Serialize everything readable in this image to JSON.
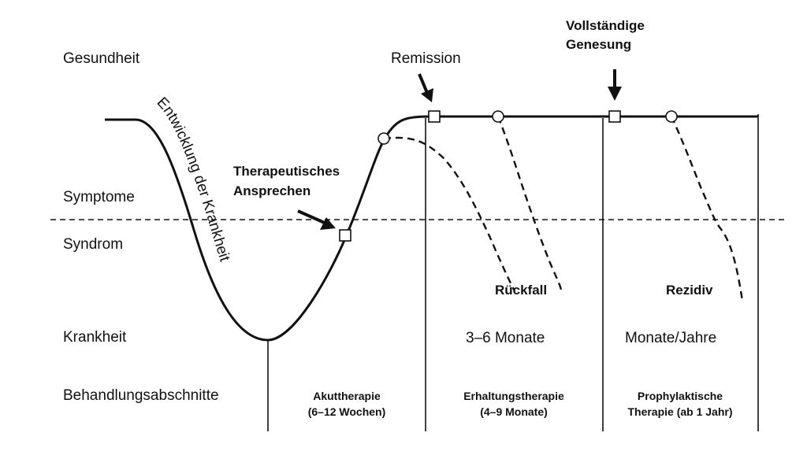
{
  "row_labels": {
    "gesundheit": "Gesundheit",
    "symptome": "Symptome",
    "syndrom": "Syndrom",
    "krankheit": "Krankheit",
    "behandlung": "Behandlungsabschnitte"
  },
  "curve_label": "Entwicklung der Krankheit",
  "annotations": {
    "therapeutisches_1": "Therapeutisches",
    "therapeutisches_2": "Ansprechen",
    "remission": "Remission",
    "genesung_1": "Vollständige",
    "genesung_2": "Genesung",
    "rueckfall": "Rückfall",
    "rezidiv": "Rezidiv"
  },
  "durations": {
    "erhaltung": "3–6 Monate",
    "prophylaxe": "Monate/Jahre"
  },
  "phases": [
    {
      "line1": "Akuttherapie",
      "line2": "(6–12 Wochen)"
    },
    {
      "line1": "Erhaltungstherapie",
      "line2": "(4–9 Monate)"
    },
    {
      "line1": "Prophylaktische",
      "line2": "Therapie (ab 1 Jahr)"
    }
  ]
}
